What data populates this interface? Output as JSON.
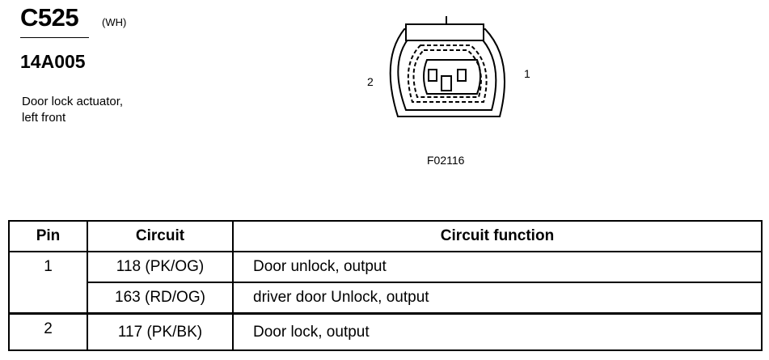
{
  "header": {
    "connector_id": "C525",
    "connector_color": "(WH)",
    "part_number": "14A005",
    "description_line1": "Door lock actuator,",
    "description_line2": "left front"
  },
  "figure": {
    "pin_labels": [
      "2",
      "1"
    ],
    "code": "F02116"
  },
  "table": {
    "headers": {
      "pin": "Pin",
      "circuit": "Circuit",
      "function": "Circuit function"
    },
    "rows": [
      {
        "pin": "1",
        "circuit": "118 (PK/OG)",
        "function": "Door unlock, output"
      },
      {
        "pin": "",
        "circuit": "163 (RD/OG)",
        "function": "driver door Unlock, output"
      },
      {
        "pin": "2",
        "circuit": "117 (PK/BK)",
        "function": "Door lock,  output"
      }
    ]
  }
}
